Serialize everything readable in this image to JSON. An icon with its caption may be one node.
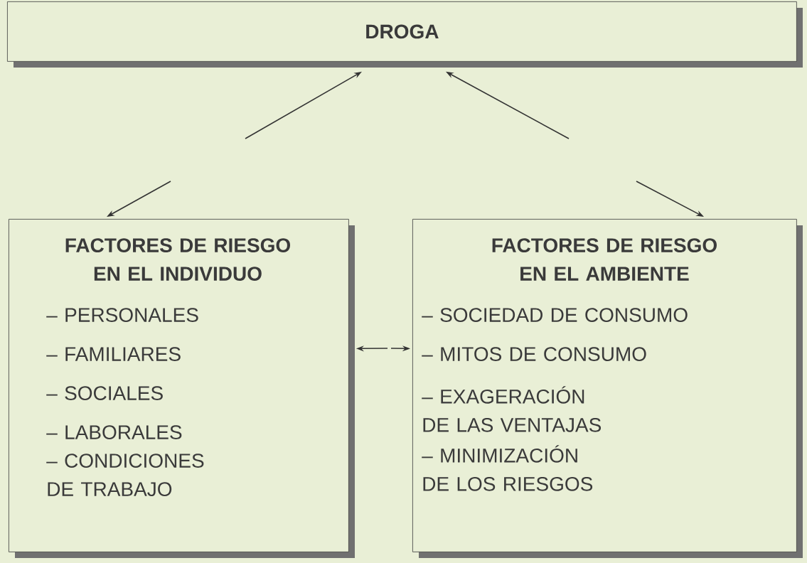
{
  "diagram": {
    "nodes": [
      {
        "text": [
          "DROGA"
        ]
      },
      {
        "text": [
          "FACTORES DE RIESGO EN EL INDIVIDUO",
          "– PERSONALES",
          "– FAMILIARES",
          "– SOCIALES",
          "– LABORALES",
          "– CONDICIONES DE TRABAJO"
        ]
      },
      {
        "text": [
          "FACTORES DE RIESGO EN EL AMBIENTE",
          "– SOCIEDAD DE CONSUMO",
          "– MITOS DE CONSUMO",
          "– EXAGERACIÓN DE LAS VENTAJAS",
          "– MINIMIZACIÓN DE LOS RIESGOS"
        ]
      }
    ],
    "edges": [
      {
        "from": null,
        "to": 0,
        "arrow": "to"
      },
      {
        "from": null,
        "to": 1,
        "arrow": "to"
      },
      {
        "from": null,
        "to": 0,
        "arrow": "to"
      },
      {
        "from": null,
        "to": 2,
        "arrow": "to"
      },
      {
        "from": null,
        "to": 1,
        "arrow": "to"
      },
      {
        "from": null,
        "to": 2,
        "arrow": "to"
      }
    ]
  }
}
